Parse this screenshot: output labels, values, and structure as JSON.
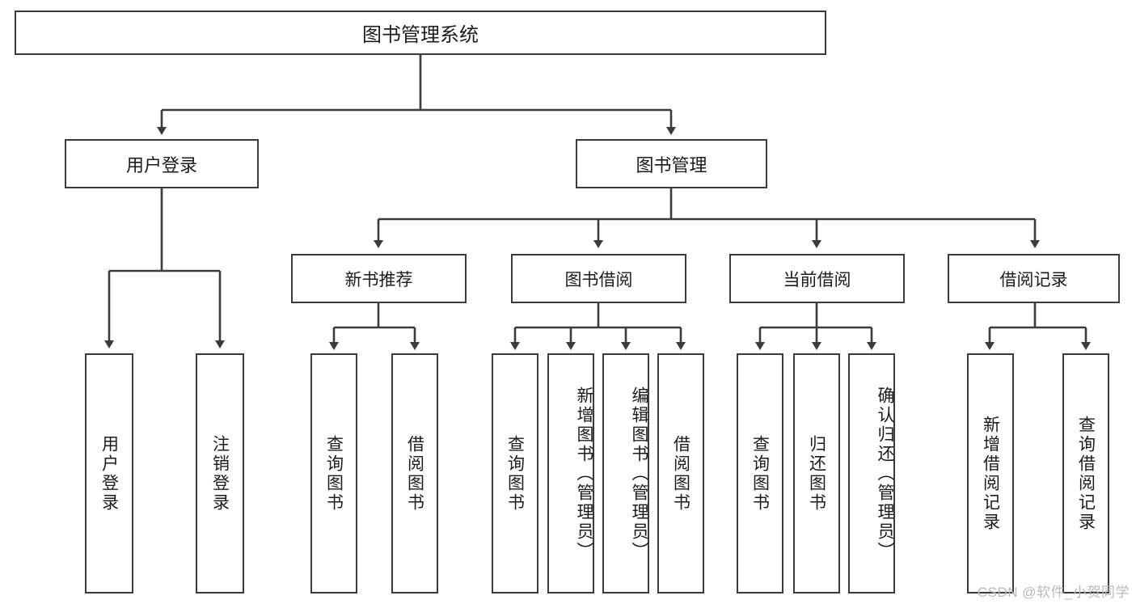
{
  "diagram": {
    "title": "图书管理系统",
    "root": {
      "label": "图书管理系统"
    },
    "level2": [
      {
        "label": "用户登录"
      },
      {
        "label": "图书管理"
      }
    ],
    "level3": [
      {
        "label": "新书推荐"
      },
      {
        "label": "图书借阅"
      },
      {
        "label": "当前借阅"
      },
      {
        "label": "借阅记录"
      }
    ],
    "leaves": {
      "user_login": [
        {
          "label": "用户登录"
        },
        {
          "label": "注销登录"
        }
      ],
      "new_book_recommend": [
        {
          "label": "查询图书"
        },
        {
          "label": "借阅图书"
        }
      ],
      "book_borrow": [
        {
          "label": "查询图书"
        },
        {
          "label": "新增图书（管理员）"
        },
        {
          "label": "编辑图书（管理员）"
        },
        {
          "label": "借阅图书"
        }
      ],
      "current_borrow": [
        {
          "label": "查询图书"
        },
        {
          "label": "归还图书"
        },
        {
          "label": "确认归还（管理员）"
        }
      ],
      "borrow_record": [
        {
          "label": "新增借阅记录"
        },
        {
          "label": "查询借阅记录"
        }
      ]
    }
  },
  "watermark": {
    "text": "CSDN @软件_小贺同学"
  },
  "colors": {
    "stroke": "#3b3b3b",
    "fill": "#ffffff",
    "text": "#1b1b1b",
    "watermark": "#b9b9b9"
  }
}
